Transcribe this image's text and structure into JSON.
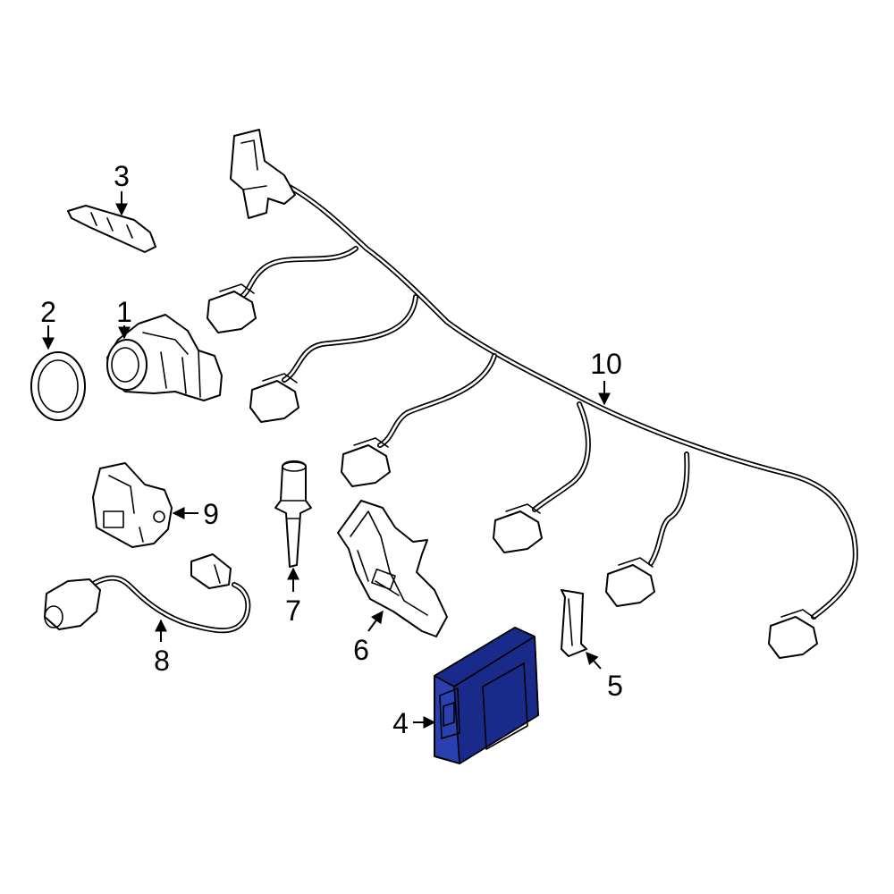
{
  "callouts": {
    "c1": "1",
    "c2": "2",
    "c3": "3",
    "c4": "4",
    "c5": "5",
    "c6": "6",
    "c7": "7",
    "c8": "8",
    "c9": "9",
    "c10": "10"
  },
  "colors": {
    "highlight": "#2a3fb0",
    "line": "#000000",
    "background": "#ffffff"
  }
}
